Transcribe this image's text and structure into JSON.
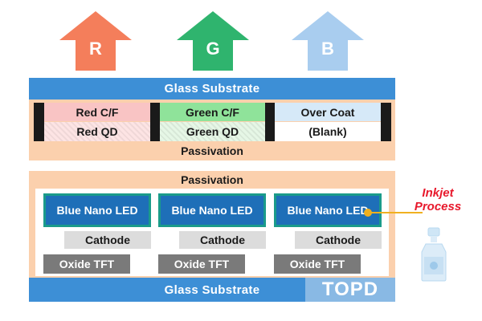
{
  "arrows": [
    {
      "label": "R",
      "color": "#f47e5b"
    },
    {
      "label": "G",
      "color": "#2fb46e"
    },
    {
      "label": "B",
      "color": "#a9cdef"
    }
  ],
  "top_panel": {
    "glass_label": "Glass Substrate",
    "columns": [
      {
        "top": "Red C/F",
        "bottom": "Red QD",
        "top_color": "#f9c4c4",
        "bottom_color": "#fde4e4"
      },
      {
        "top": "Green C/F",
        "bottom": "Green QD",
        "top_color": "#8fe39a",
        "bottom_color": "#d7f5d7"
      },
      {
        "top": "Over Coat",
        "bottom": "(Blank)",
        "top_color": "#d6e9f8",
        "bottom_color": "#ffffff"
      }
    ],
    "passivation_label": "Passivation"
  },
  "bottom_panel": {
    "passivation_label": "Passivation",
    "led_label": "Blue Nano LED",
    "cathode_label": "Cathode",
    "tft_label": "Oxide TFT",
    "glass_label": "Glass Substrate"
  },
  "inkjet": {
    "line1": "Inkjet",
    "line2": "Process",
    "color": "#e8192c",
    "line_color": "#f0b020"
  },
  "watermark": {
    "text": "TOPD"
  },
  "colors": {
    "glass": "#3d8fd6",
    "passivation": "#fbd0ad",
    "led": "#1e6fb8",
    "led_border": "#1a9b8a"
  }
}
